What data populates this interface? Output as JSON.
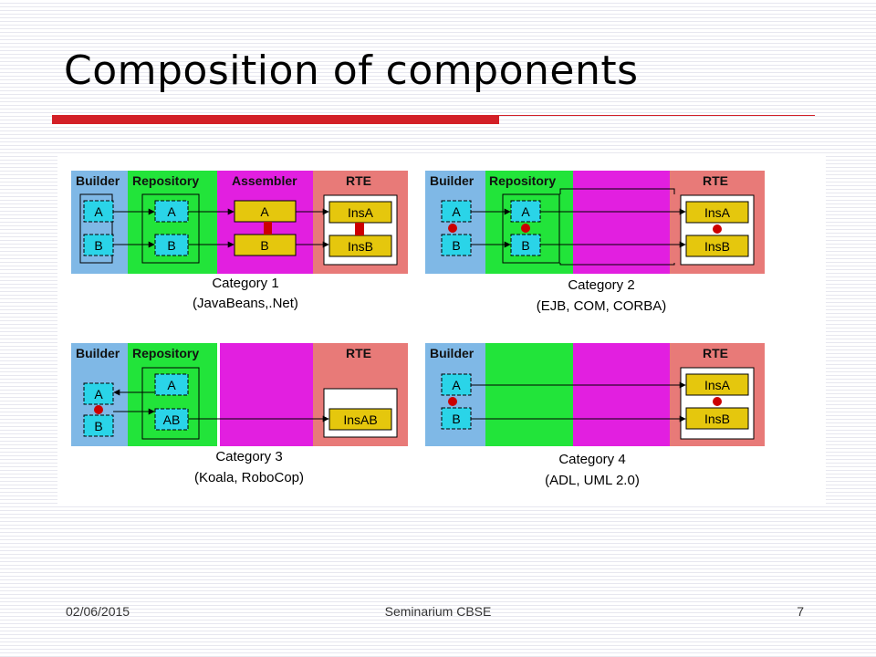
{
  "slide": {
    "title": "Composition of components",
    "footer": {
      "date": "02/06/2015",
      "center": "Seminarium CBSE",
      "page": "7"
    }
  },
  "colors": {
    "builder": "#7fb8e6",
    "repository": "#22e43a",
    "assembler": "#e21fe0",
    "rte": "#e87a78",
    "component_box": "#2ad4e8",
    "instance_box": "#e5c70d",
    "connector": "#cc0000",
    "title_rule": "#d32027"
  },
  "diagram": {
    "panels": [
      {
        "name": "category-1",
        "caption_line1": "Category 1",
        "caption_line2": "(JavaBeans,.Net)",
        "columns": [
          "Builder",
          "Repository",
          "Assembler",
          "RTE"
        ],
        "builder_boxes": [
          "A",
          "B"
        ],
        "repository_boxes": [
          "A",
          "B"
        ],
        "assembler_boxes": [
          "A",
          "B"
        ],
        "rte_boxes": [
          "InsA",
          "InsB"
        ]
      },
      {
        "name": "category-2",
        "caption_line1": "Category 2",
        "caption_line2": "(EJB, COM, CORBA)",
        "columns": [
          "Builder",
          "Repository",
          "",
          "RTE"
        ],
        "builder_boxes": [
          "A",
          "B"
        ],
        "repository_boxes": [
          "A",
          "B"
        ],
        "rte_boxes": [
          "InsA",
          "InsB"
        ]
      },
      {
        "name": "category-3",
        "caption_line1": "Category 3",
        "caption_line2": "(Koala, RoboCop)",
        "columns": [
          "Builder",
          "Repository",
          "",
          "RTE"
        ],
        "builder_boxes": [
          "A",
          "B"
        ],
        "repository_boxes": [
          "A",
          "AB"
        ],
        "rte_boxes": [
          "InsAB"
        ]
      },
      {
        "name": "category-4",
        "caption_line1": "Category 4",
        "caption_line2": "(ADL, UML 2.0)",
        "columns": [
          "Builder",
          "",
          "",
          "RTE"
        ],
        "builder_boxes": [
          "A",
          "B"
        ],
        "rte_boxes": [
          "InsA",
          "InsB"
        ]
      }
    ]
  }
}
